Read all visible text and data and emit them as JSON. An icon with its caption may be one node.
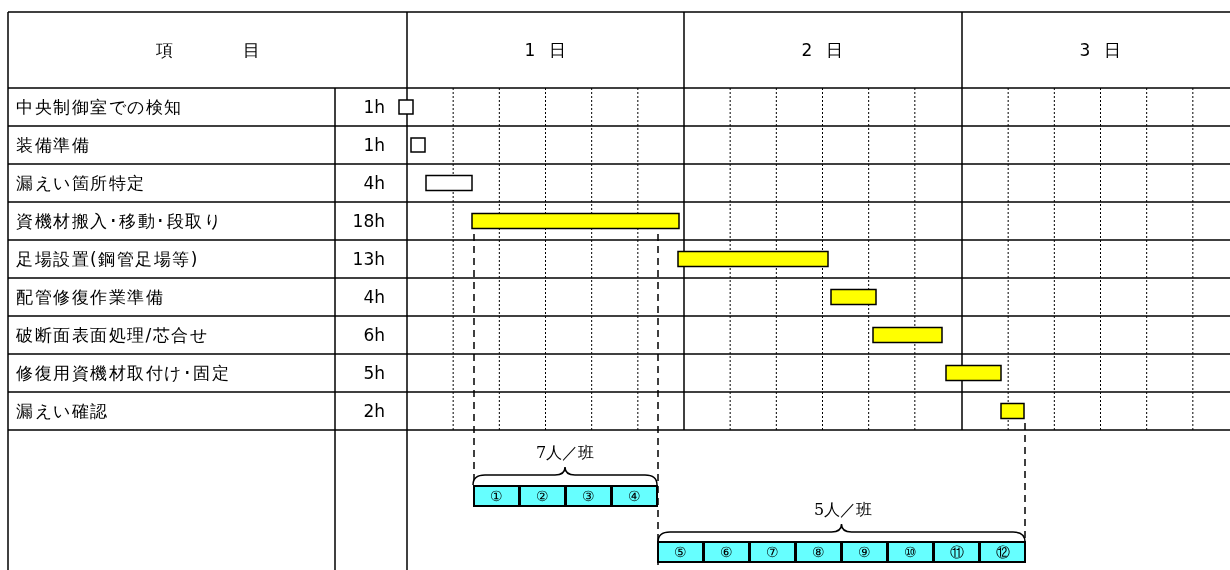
{
  "diagram": {
    "nodes": [
      {
        "text": [],
        "shape": "bar"
      },
      {
        "text": [],
        "shape": "bar"
      },
      {
        "text": [],
        "shape": "bar"
      },
      {
        "text": [],
        "shape": "bar"
      },
      {
        "text": [],
        "shape": "bar"
      },
      {
        "text": [],
        "shape": "bar"
      },
      {
        "text": [],
        "shape": "bar"
      },
      {
        "text": [],
        "shape": "bar"
      },
      {
        "text": [],
        "shape": "bar"
      },
      {
        "text": [
          "①"
        ]
      },
      {
        "text": [
          "②"
        ]
      },
      {
        "text": [
          "③"
        ]
      },
      {
        "text": [
          "④"
        ]
      },
      {
        "text": [
          "⑤"
        ]
      },
      {
        "text": [
          "⑥"
        ]
      },
      {
        "text": [
          "⑦"
        ]
      },
      {
        "text": [
          "⑧"
        ]
      },
      {
        "text": [
          "⑨"
        ]
      },
      {
        "text": [
          "⑩"
        ]
      },
      {
        "text": [
          "⑪"
        ]
      },
      {
        "text": [
          "⑫"
        ]
      }
    ],
    "labels": [
      "項目",
      "1日",
      "2日",
      "3日",
      "中央制御室での検知",
      "1h",
      "装備準備",
      "1h",
      "漏えい箇所特定",
      "4h",
      "資機材搬入･移動･段取り",
      "18h",
      "足場設置(鋼管足場等)",
      "13h",
      "配管修復作業準備",
      "4h",
      "破断面表面処理/芯合せ",
      "6h",
      "修復用資機材取付け･固定",
      "5h",
      "漏えい確認",
      "2h",
      "7人／班",
      "5人／班"
    ]
  }
}
